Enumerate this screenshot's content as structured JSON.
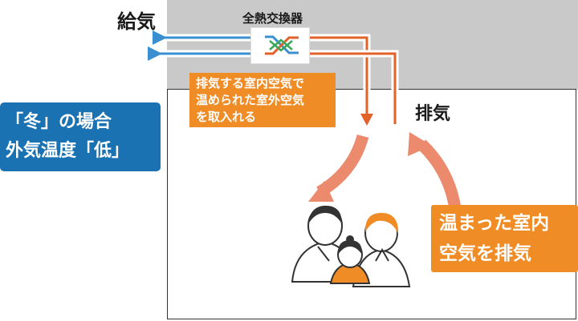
{
  "labels": {
    "supply": "給気",
    "exchanger": "全熱交換器",
    "exhaust": "排気"
  },
  "season_box": {
    "line1": "「冬」の場合",
    "line2": "外気温度「低」"
  },
  "intake_note": {
    "line1": "排気する室内空気で",
    "line2": "温められた室外空気",
    "line3": "を取入れる"
  },
  "exhaust_note": {
    "line1": "温まった室内",
    "line2": "空気を排気"
  },
  "colors": {
    "supply_air": "#3a8fd0",
    "exhaust_air": "#e2622a",
    "cross_green": "#3aa65a",
    "label_orange": "#f08c26",
    "season_blue": "#1a72b3",
    "flow_arrow": "#ec8a6d",
    "attic_gray": "#c9c9c9"
  },
  "icons": {
    "people": "family-icon",
    "exchanger_core": "heat-exchange-icon"
  }
}
